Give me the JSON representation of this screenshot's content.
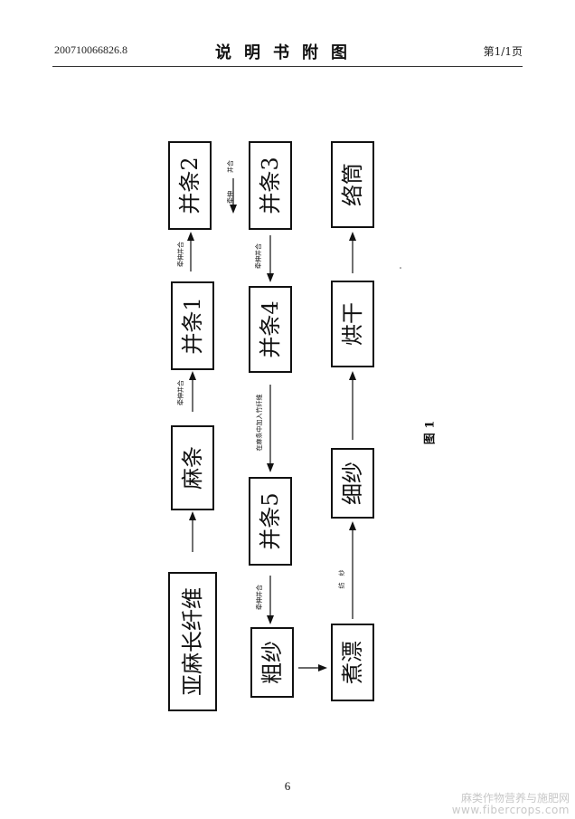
{
  "header": {
    "doc_number": "200710066826.8",
    "title": "说明书附图",
    "page_info": "第1/1页"
  },
  "flow": {
    "nodes": {
      "yama": "亚麻长纤维",
      "matiao": "麻条",
      "bingtiao1": "并条1",
      "bingtiao2": "并条2",
      "bingtiao3": "并条3",
      "bingtiao4": "并条4",
      "bingtiao5": "并条5",
      "cusha": "粗纱",
      "zhupiao": "煮漂",
      "xisha": "细纱",
      "honggan": "烘干",
      "luotong": "络筒"
    },
    "labels": {
      "draft_combine_1": "牵伸并合",
      "draft_combine_2": "牵伸并合",
      "draft_2_3_a": "并合",
      "draft_2_3_b": "牵伸",
      "draft_combine_3": "牵伸并合",
      "add_bamboo": "在麻条中加入竹纤维",
      "draft_combine_5": "牵伸并合",
      "spinning": "纺　纱"
    },
    "figure_caption": "图 1"
  },
  "page_number": "6",
  "watermark": {
    "line1": "麻类作物营养与施肥网",
    "line2": "www.fibercrops.com"
  }
}
